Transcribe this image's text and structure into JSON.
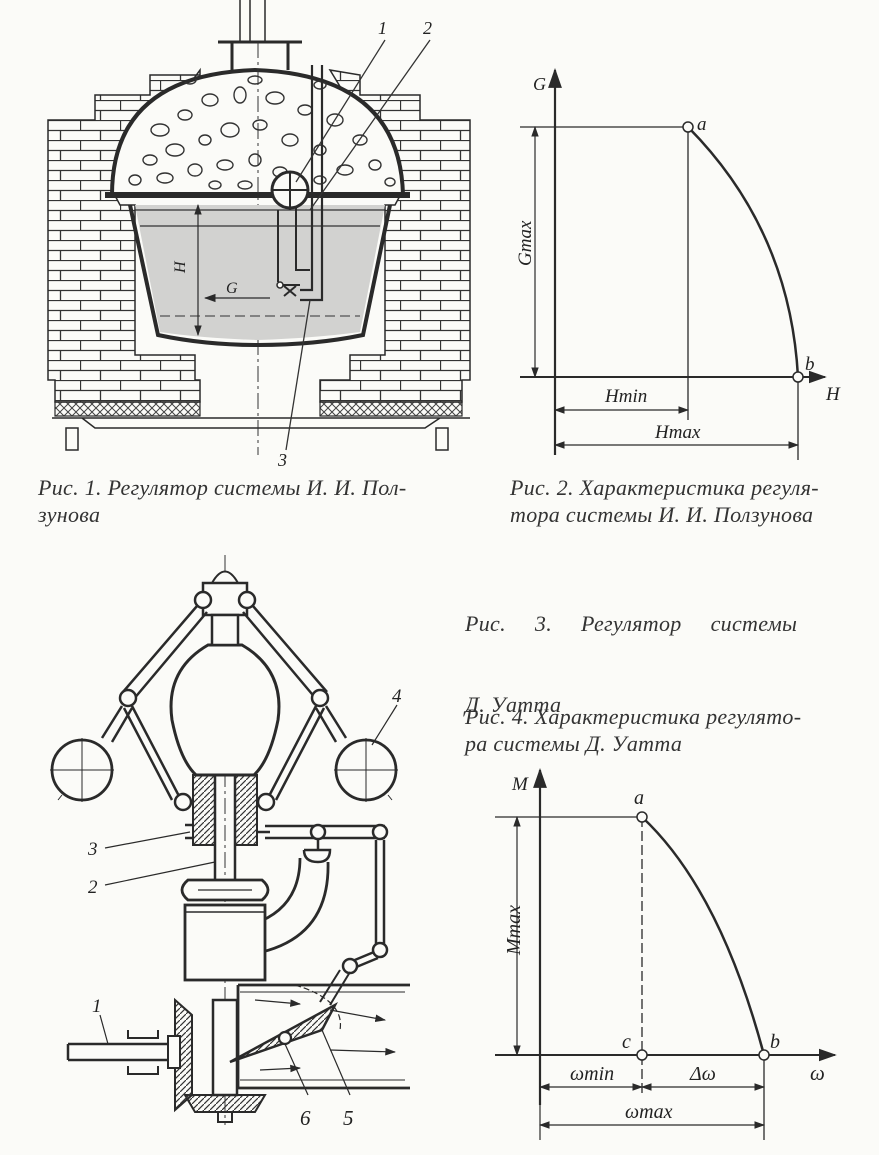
{
  "figures": {
    "fig1": {
      "caption_line1": "Рис. 1. Регулятор системы И. И. Пол-",
      "caption_line2": "зунова",
      "labels": {
        "n1": "1",
        "n2": "2",
        "n3": "3",
        "h": "H",
        "g": "G"
      }
    },
    "fig2": {
      "caption_line1": "Рис. 2. Характеристика регуля-",
      "caption_line2": "тора системы И. И. Ползунова",
      "labels": {
        "axis_y": "G",
        "axis_x": "H",
        "gmax": "Gmax",
        "hmin": "Hmin",
        "hmax": "Hmax",
        "pa": "a",
        "pb": "b"
      }
    },
    "fig3": {
      "caption_line1": "Рис.     3.     Регулятор     системы",
      "caption_line2": "Д. Уатта",
      "labels": {
        "n1": "1",
        "n2": "2",
        "n3": "3",
        "n4": "4",
        "n5": "5",
        "n6": "6"
      }
    },
    "fig4": {
      "caption_line1": "Рис. 4. Характеристика регулято-",
      "caption_line2": "ра системы Д. Уатта",
      "labels": {
        "axis_y": "M",
        "axis_x": "ω",
        "mmax": "Mmax",
        "pa": "a",
        "pb": "b",
        "pc": "c",
        "wmin": "ωmin",
        "dw": "Δω",
        "wmax": "ωmax"
      }
    }
  },
  "colors": {
    "ink": "#2a2a2a",
    "paper": "#fbfbf8",
    "water": "#c8c8c8",
    "hatch": "#555555"
  }
}
